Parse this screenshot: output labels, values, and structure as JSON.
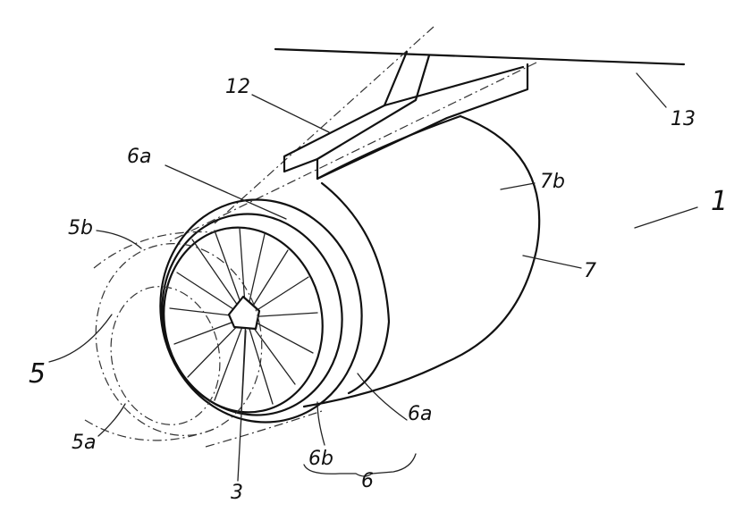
{
  "labels": {
    "l1": "1",
    "l3": "3",
    "l5": "5",
    "l5a": "5a",
    "l5b": "5b",
    "l6": "6",
    "l6a_top": "6a",
    "l6a_bottom": "6a",
    "l6b": "6b",
    "l7": "7",
    "l7b": "7b",
    "l12": "12",
    "l13": "13"
  }
}
